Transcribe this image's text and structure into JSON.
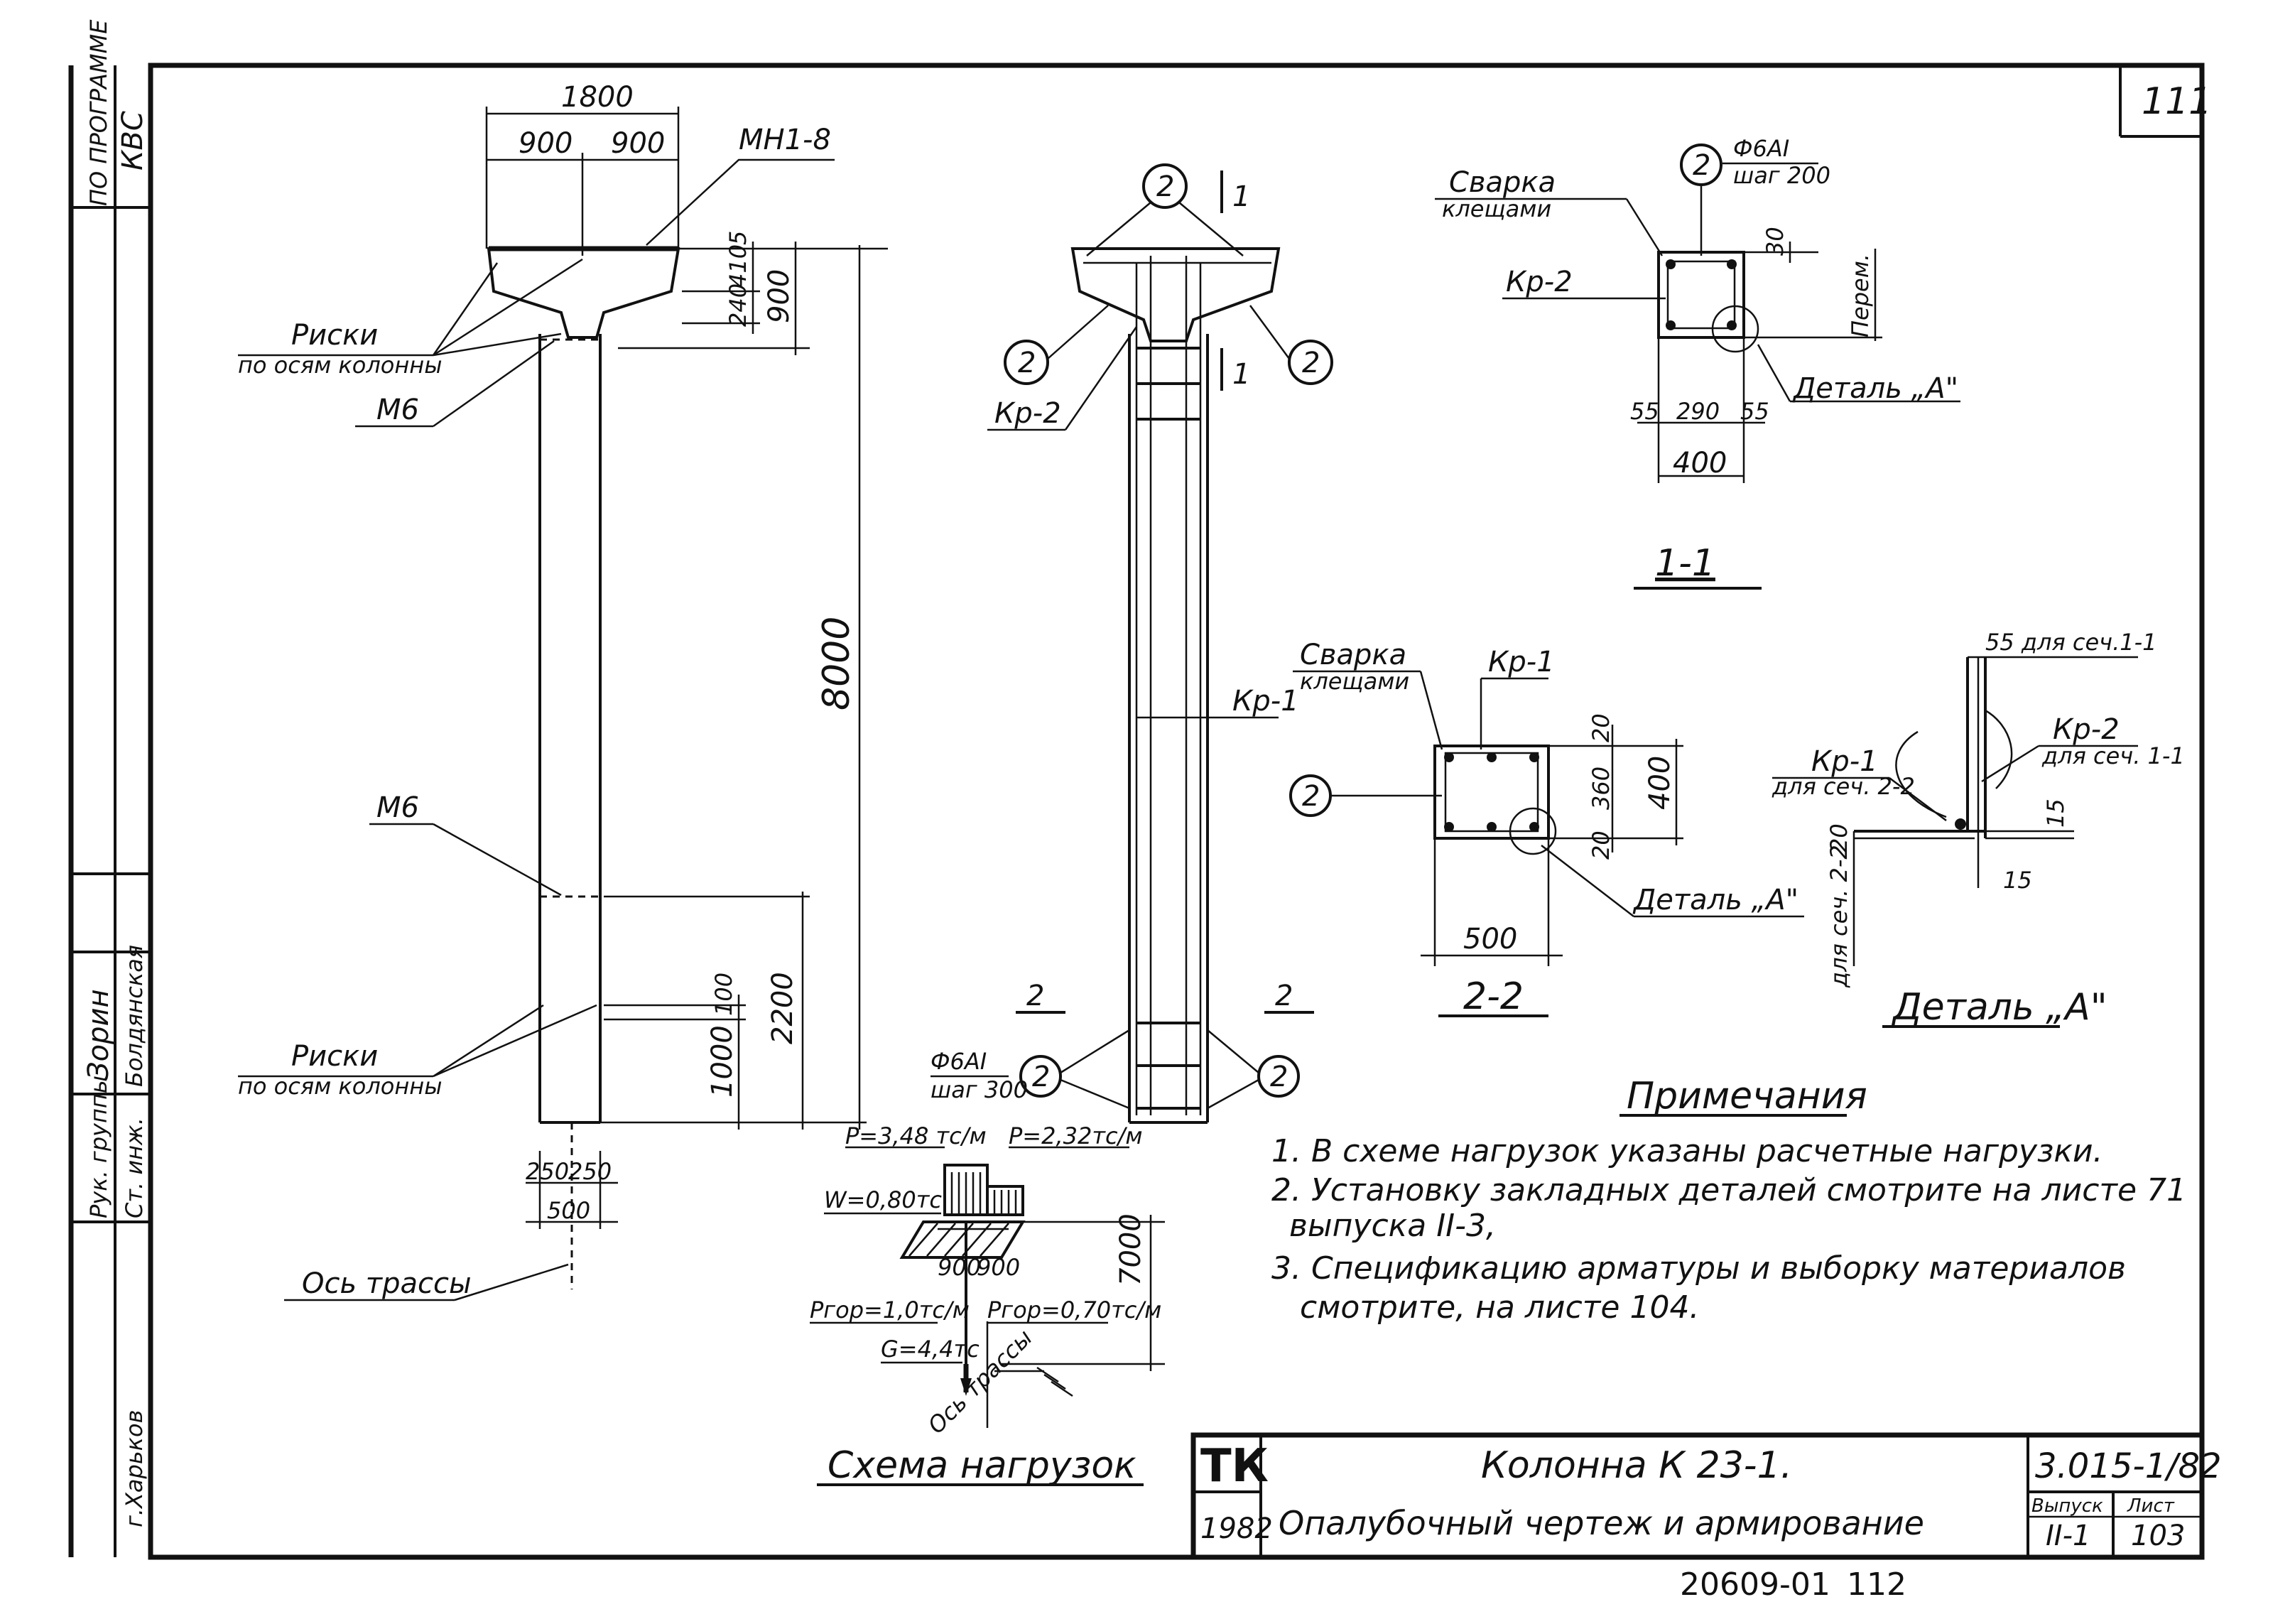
{
  "sheet": {
    "sheet_corner_number": "111",
    "bottom_code": "20609-01",
    "bottom_page": "112"
  },
  "side_stamp": {
    "program": "ПО ПРОГРАММЕ",
    "kvs": "КВС",
    "rk_group": "Рук. группы",
    "st_eng": "Ст. инж.",
    "name1": "Зорин",
    "name2": "Болдянская",
    "city": "г.Харьков"
  },
  "elevation": {
    "dim_total_width": "1800",
    "dim_half_left": "900",
    "dim_half_right": "900",
    "embedded_top": "МН1-8",
    "dim_5": "5",
    "dim_410": "410",
    "dim_240": "240",
    "dim_900": "900",
    "dim_8000": "8000",
    "dim_2200": "2200",
    "dim_100": "100",
    "dim_1000": "1000",
    "dim_250_left": "250",
    "dim_250_right": "250",
    "dim_500": "500",
    "marks_top": "Риски",
    "marks_top_sub": "по осям колонны",
    "m6_top": "М6",
    "m6_mid": "М6",
    "marks_bottom": "Риски",
    "marks_bottom_sub": "по осям колонны",
    "route_axis": "Ось трассы"
  },
  "reinforcement": {
    "section_mark_1": "1",
    "section_mark_1b": "1",
    "bubble_2": "2",
    "kr2": "Кр-2",
    "kr1": "Кр-1",
    "section_mark_2_left": "2",
    "section_mark_2_right": "2",
    "bar_dia": "Ф6АI",
    "bar_step": "шаг 300"
  },
  "section_1_1": {
    "title": "1-1",
    "weld": "Сварка",
    "weld_sub": "клещами",
    "bar_dia": "Ф6АI",
    "bar_step": "шаг 200",
    "kr2": "Кр-2",
    "dim_30": "30",
    "dim_var": "Перем.",
    "dim_55_l": "55",
    "dim_290": "290",
    "dim_55_r": "55",
    "dim_400": "400",
    "detail": "Деталь „А\""
  },
  "section_2_2": {
    "title": "2-2",
    "weld": "Сварка",
    "weld_sub": "клещами",
    "kr1": "Кр-1",
    "dim_20_top": "20",
    "dim_360": "360",
    "dim_400": "400",
    "dim_20_bot": "20",
    "dim_500": "500",
    "detail": "Деталь „А\""
  },
  "detail_a": {
    "title": "Деталь „А\"",
    "note_55": "55 для сеч.1-1",
    "kr2": "Кр-2",
    "kr2_sub": "для сеч. 1-1",
    "kr1": "Кр-1",
    "kr1_sub": "для сеч. 2-2",
    "dim_20": "20",
    "dim_20_sub": "для сеч. 2-2",
    "dim_15a": "15",
    "dim_15b": "15"
  },
  "loads": {
    "title": "Схема нагрузок",
    "p_left": "Р=3,48 тс/м",
    "p_right": "Р=2,32тс/м",
    "w": "W=0,80тс",
    "dim_900a": "900",
    "dim_900b": "900",
    "ptop_left": "Pгор=1,0тс/м",
    "ptop_right": "Pгор=0,70тс/м",
    "g": "G=4,4тс",
    "route_axis": "Ось трассы",
    "dim_7000": "7000"
  },
  "notes": {
    "title": "Примечания",
    "n1": "1. В схеме нагрузок указаны расчетные нагрузки.",
    "n2a": "2. Установку закладных деталей смотрите на листе 71",
    "n2b": "выпуска II-3,",
    "n3a": "3. Спецификацию арматуры и выборку материалов",
    "n3b": "смотрите, на листе 104."
  },
  "title_block": {
    "logo": "ТК",
    "year": "1982",
    "name": "Колонна К 23-1.",
    "subtitle": "Опалубочный чертеж и армирование",
    "code": "3.015-1/82",
    "issue_label": "Выпуск",
    "issue": "II-1",
    "sheet_label": "Лист",
    "sheet": "103"
  }
}
